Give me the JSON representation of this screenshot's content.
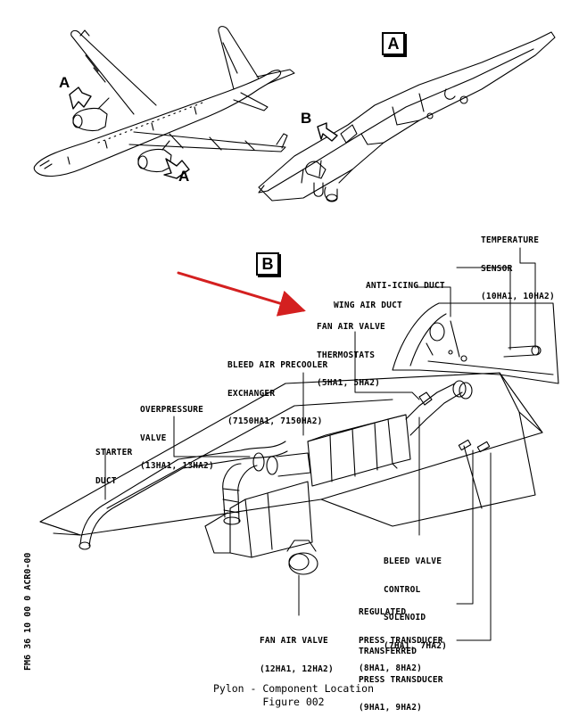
{
  "view_labels": {
    "box_a": "A",
    "box_b": "B",
    "arrow_a_upper": "A",
    "arrow_a_lower": "A",
    "arrow_b": "B"
  },
  "callouts": {
    "temperature_sensor": [
      "TEMPERATURE",
      "SENSOR",
      "(10HA1, 10HA2)"
    ],
    "anti_icing_duct": [
      "ANTI-ICING DUCT"
    ],
    "wing_air_duct": [
      "WING AIR DUCT"
    ],
    "fan_air_valve_thermostats": [
      "FAN AIR VALVE",
      "THERMOSTATS",
      "(5HA1, 5HA2)"
    ],
    "bleed_air_precooler": [
      "BLEED AIR PRECOOLER",
      "EXCHANGER",
      "(7150HA1, 7150HA2)"
    ],
    "overpressure_valve": [
      "OVERPRESSURE",
      "VALVE",
      "(13HA1, 13HA2)"
    ],
    "starter_duct": [
      "STARTER",
      "DUCT"
    ],
    "bleed_valve_control_solenoid": [
      "BLEED VALVE",
      "CONTROL",
      "SOLENOID",
      "(7HA1, 7HA2)"
    ],
    "regulated_press_transducer": [
      "REGULATED",
      "PRESS TRANSDUCER",
      "(8HA1, 8HA2)"
    ],
    "fan_air_valve": [
      "FAN AIR VALVE",
      "(12HA1, 12HA2)"
    ],
    "transferred_press_transducer": [
      "TRANSFERRED",
      "PRESS TRANSDUCER",
      "(9HA1, 9HA2)"
    ]
  },
  "side_code": "FM6 36 10 00 0 ACR0-00",
  "caption": {
    "title": "Pylon - Component Location",
    "figure": "Figure 002"
  },
  "colors": {
    "line": "#000000",
    "pointer_arrow": "#d42020",
    "background": "#ffffff"
  }
}
